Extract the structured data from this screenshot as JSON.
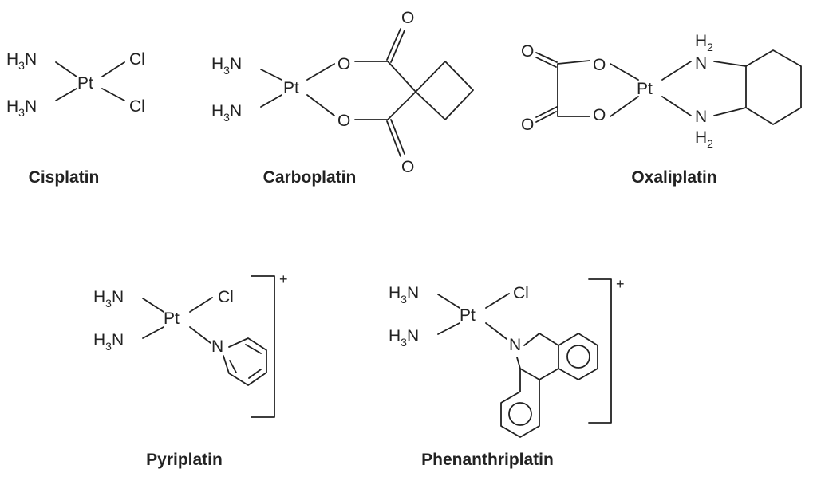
{
  "atoms": {
    "h": "H",
    "three": "3",
    "two": "2",
    "n": "N",
    "pt": "Pt",
    "cl": "Cl",
    "o": "O"
  },
  "charge": "+",
  "compounds": [
    {
      "name": "Cisplatin"
    },
    {
      "name": "Carboplatin"
    },
    {
      "name": "Oxaliplatin"
    },
    {
      "name": "Pyriplatin"
    },
    {
      "name": "Phenanthriplatin"
    }
  ]
}
